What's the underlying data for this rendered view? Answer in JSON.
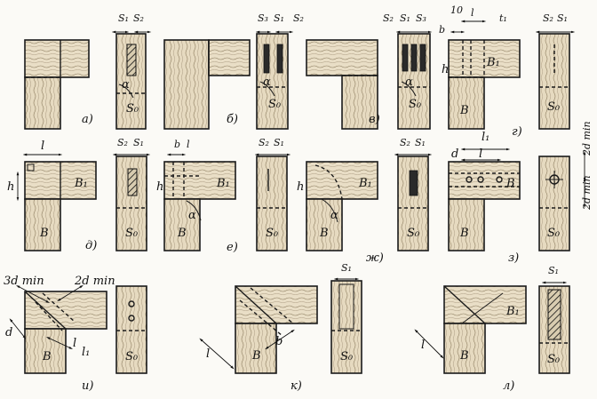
{
  "captions": {
    "a": "а)",
    "b": "б)",
    "v": "в)",
    "g": "г)",
    "d": "д)",
    "e": "е)",
    "zh": "ж)",
    "z": "з)",
    "i": "и)",
    "k": "к)",
    "l": "л)"
  },
  "labels": {
    "s0": "S₀",
    "s1": "S₁",
    "s2": "S₂",
    "s3": "S₃",
    "alpha": "α",
    "b_big": "B",
    "b1": "B₁",
    "h": "h",
    "l": "l",
    "l1": "l₁",
    "b_small": "b",
    "d": "d",
    "t1": "t₁",
    "ten": "10",
    "two_d_min": "2d min",
    "three_d_min": "3d min"
  },
  "colors": {
    "ink": "#1a1a1a",
    "wood": "#e7dcc4",
    "paper": "#fbfaf6"
  }
}
